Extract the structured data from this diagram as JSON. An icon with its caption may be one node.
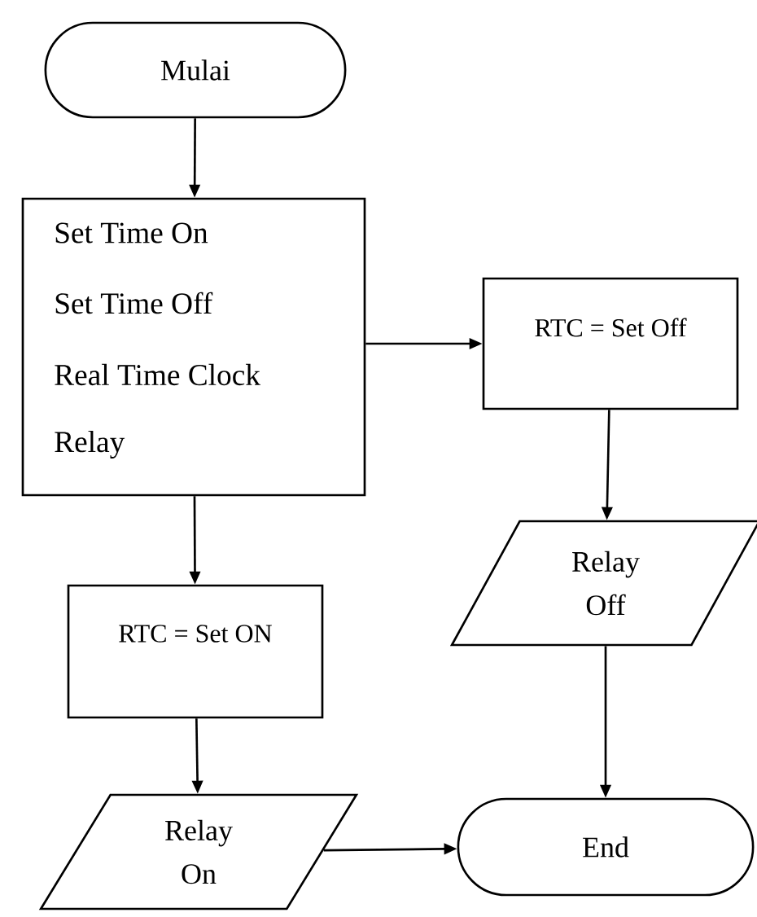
{
  "diagram": {
    "nodes": [
      {
        "text": [
          "Mulai"
        ]
      },
      {
        "text": [
          "Set Time On",
          "Set Time Off",
          "Real Time Clock",
          "Relay"
        ]
      },
      {
        "text": [
          "RTC = Set Off"
        ]
      },
      {
        "text": [
          "RTC = Set ON"
        ]
      },
      {
        "text": [
          "Relay On"
        ]
      },
      {
        "text": [
          "Relay Off"
        ]
      },
      {
        "text": [
          "End"
        ]
      }
    ],
    "edges": [
      {
        "from": 0,
        "to": 1,
        "arrow": "to"
      },
      {
        "from": 1,
        "to": 2,
        "arrow": "to"
      },
      {
        "from": 1,
        "to": 3,
        "arrow": "to"
      },
      {
        "from": 2,
        "to": 5,
        "arrow": "to"
      },
      {
        "from": 3,
        "to": 4,
        "arrow": "to"
      },
      {
        "from": 5,
        "to": 6,
        "arrow": "to"
      },
      {
        "from": 4,
        "to": 6,
        "arrow": "to"
      }
    ]
  }
}
